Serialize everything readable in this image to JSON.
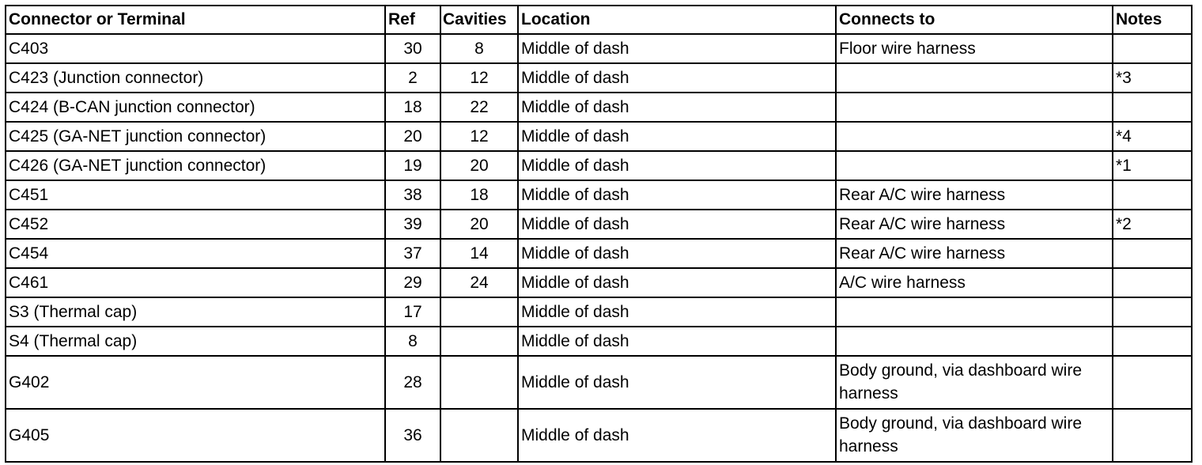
{
  "table": {
    "headers": {
      "terminal": "Connector or Terminal",
      "ref": "Ref",
      "cavities": "Cavities",
      "location": "Location",
      "connects_to": "Connects to",
      "notes": "Notes"
    },
    "rows": [
      {
        "terminal": "C403",
        "ref": "30",
        "cavities": "8",
        "location": "Middle of dash",
        "connects_to": "Floor wire harness",
        "notes": ""
      },
      {
        "terminal": "C423 (Junction connector)",
        "ref": "2",
        "cavities": "12",
        "location": "Middle of dash",
        "connects_to": "",
        "notes": "*3"
      },
      {
        "terminal": "C424 (B-CAN junction connector)",
        "ref": "18",
        "cavities": "22",
        "location": "Middle of dash",
        "connects_to": "",
        "notes": ""
      },
      {
        "terminal": "C425 (GA-NET junction connector)",
        "ref": "20",
        "cavities": "12",
        "location": "Middle of dash",
        "connects_to": "",
        "notes": "*4"
      },
      {
        "terminal": "C426 (GA-NET junction connector)",
        "ref": "19",
        "cavities": "20",
        "location": "Middle of dash",
        "connects_to": "",
        "notes": "*1"
      },
      {
        "terminal": "C451",
        "ref": "38",
        "cavities": "18",
        "location": "Middle of dash",
        "connects_to": "Rear A/C wire harness",
        "notes": ""
      },
      {
        "terminal": "C452",
        "ref": "39",
        "cavities": "20",
        "location": "Middle of dash",
        "connects_to": "Rear A/C wire harness",
        "notes": "*2"
      },
      {
        "terminal": "C454",
        "ref": "37",
        "cavities": "14",
        "location": "Middle of dash",
        "connects_to": "Rear A/C wire harness",
        "notes": ""
      },
      {
        "terminal": "C461",
        "ref": "29",
        "cavities": "24",
        "location": "Middle of dash",
        "connects_to": "A/C wire harness",
        "notes": ""
      },
      {
        "terminal": "S3 (Thermal cap)",
        "ref": "17",
        "cavities": "",
        "location": "Middle of dash",
        "connects_to": "",
        "notes": ""
      },
      {
        "terminal": "S4 (Thermal cap)",
        "ref": "8",
        "cavities": "",
        "location": "Middle of dash",
        "connects_to": "",
        "notes": ""
      },
      {
        "terminal": "G402",
        "ref": "28",
        "cavities": "",
        "location": "Middle of dash",
        "connects_to": "Body ground, via dashboard wire harness",
        "notes": ""
      },
      {
        "terminal": "G405",
        "ref": "36",
        "cavities": "",
        "location": "Middle of dash",
        "connects_to": "Body ground, via dashboard wire harness",
        "notes": ""
      }
    ]
  }
}
